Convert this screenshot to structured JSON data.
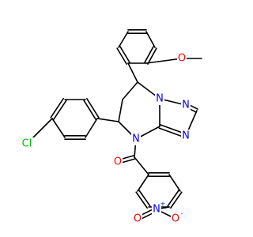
{
  "colors": {
    "bond": "#000000",
    "nitrogen": "#0000ff",
    "oxygen": "#ff0000",
    "chlorine": "#00c000",
    "background": "#ffffff"
  },
  "atoms": {
    "n_ring_top": {
      "symbol": "N",
      "color": "nitrogen"
    },
    "n_triazole_1": {
      "symbol": "N",
      "color": "nitrogen"
    },
    "n_triazole_2": {
      "symbol": "N",
      "color": "nitrogen"
    },
    "n_amide": {
      "symbol": "N",
      "color": "nitrogen"
    },
    "o_methoxy": {
      "symbol": "O",
      "color": "oxygen"
    },
    "o_carbonyl": {
      "symbol": "O",
      "color": "oxygen"
    },
    "cl": {
      "symbol": "Cl",
      "color": "chlorine"
    },
    "n_nitro": {
      "symbol": "N",
      "color": "nitrogen",
      "charge": "+"
    },
    "o_nitro_1": {
      "symbol": "O",
      "color": "oxygen",
      "charge": "-"
    },
    "o_nitro_2": {
      "symbol": "O",
      "color": "oxygen"
    }
  }
}
